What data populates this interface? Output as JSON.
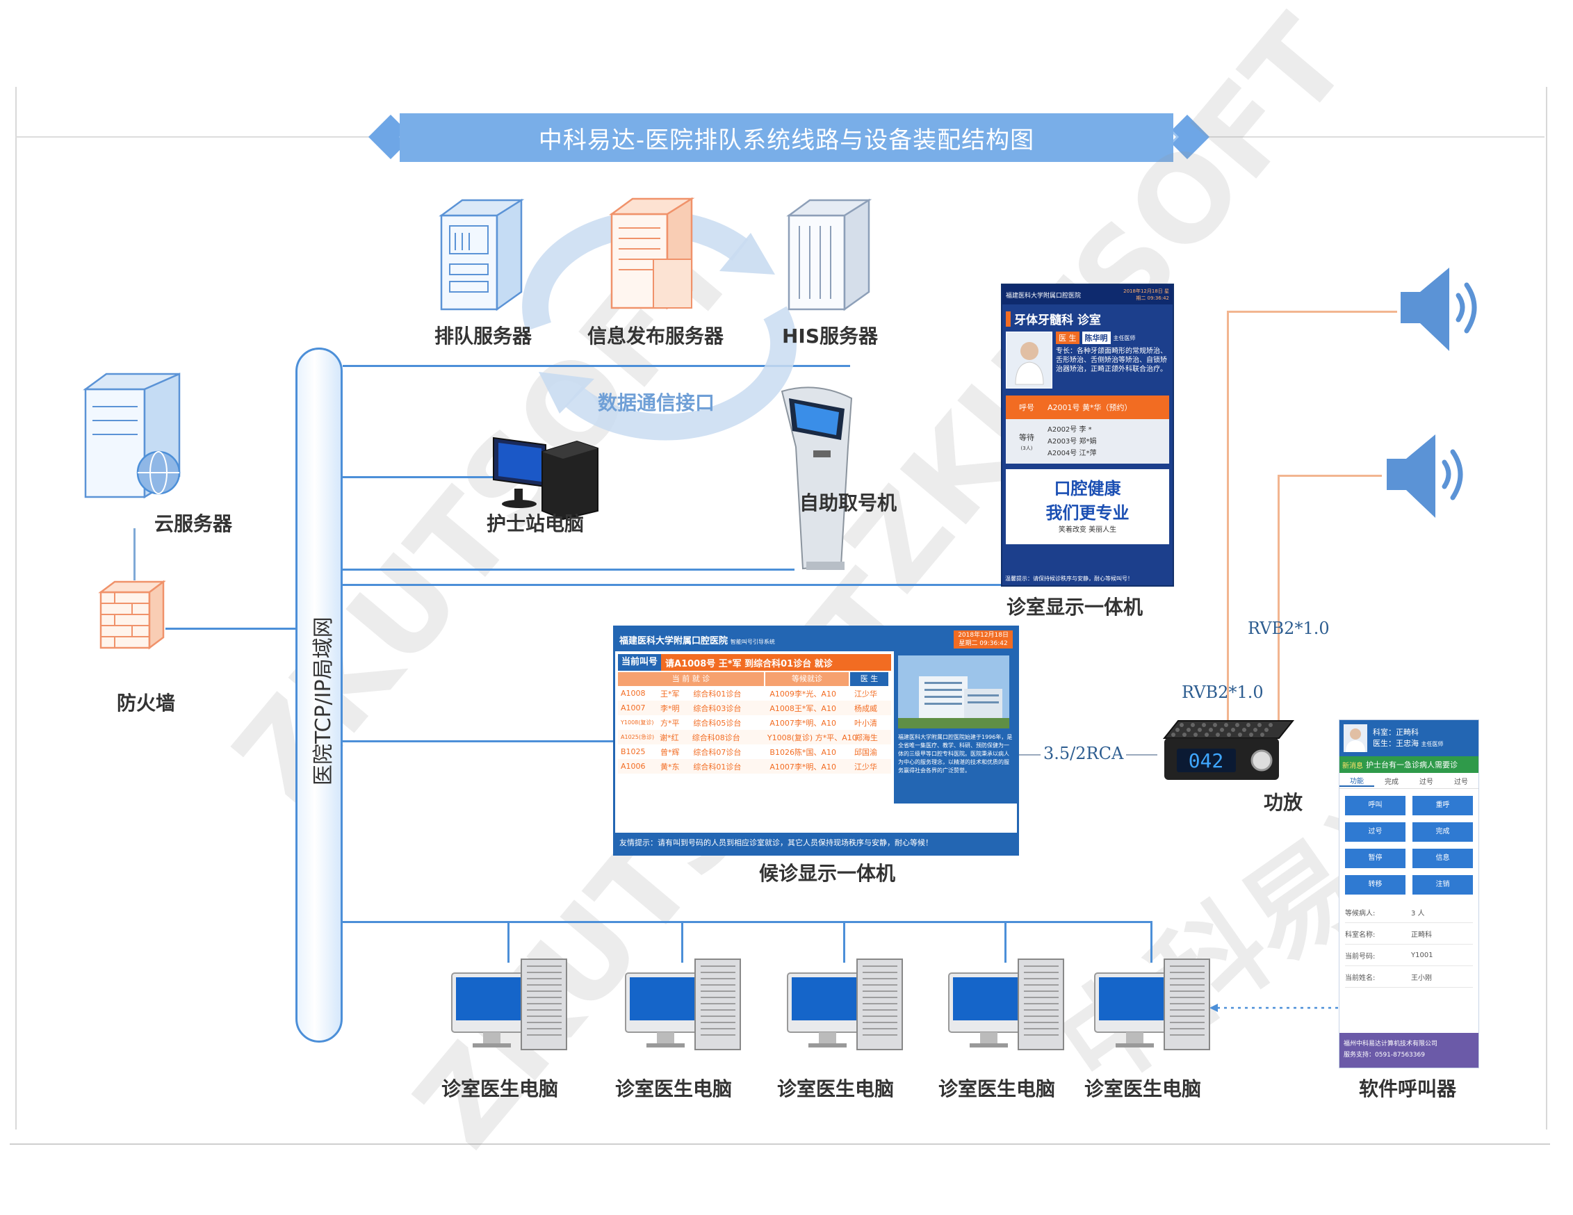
{
  "title": "中科易达-医院排队系统线路与设备装配结构图",
  "network": {
    "bus_label": "医院TCP/IP局域网"
  },
  "labels": {
    "queue_server": "排队服务器",
    "info_server": "信息发布服务器",
    "his_server": "HIS服务器",
    "data_interface": "数据通信接口",
    "cloud_server": "云服务器",
    "firewall": "防火墙",
    "nurse_pc": "护士站电脑",
    "kiosk": "自助取号机",
    "room_display": "诊室显示一体机",
    "waiting_display": "候诊显示一体机",
    "amplifier": "功放",
    "software_caller": "软件呼叫器",
    "doctor_pc": "诊室医生电脑"
  },
  "cables": {
    "speaker_cable_1": "RVB2*1.0",
    "speaker_cable_2": "RVB2*1.0",
    "audio_cable": "3.5/2RCA"
  },
  "amplifier_display": "042",
  "watermarks": [
    "ZKUTSOFT",
    "ZKUTSOFT",
    "ZKUTSOFT",
    "中科易达"
  ],
  "room_screen": {
    "hospital": "福建医科大学附属口腔医院",
    "datetime": "2018年12月18日 星期二 09:36:42",
    "department": "牙体牙髓科 诊室",
    "doctor_tag": "医 生",
    "doctor_name": "陈华明",
    "doctor_title": "主任医师",
    "specialty": "专长：各种牙颌面畸形的常规矫治、舌形矫治、舌侧矫治等矫治、自锁矫治器矫治，正畸正颌外科联合治疗。",
    "call_label": "呼号",
    "call_value": "A2001号 黄*华（预约）",
    "wait_label": "等待",
    "wait_sub": "(3人)",
    "waiting": [
      "A2002号 李 *",
      "A2003号 郑*娟",
      "A2004号 江*萍"
    ],
    "slogan_1": "口腔健康",
    "slogan_2": "我们更专业",
    "slogan_3": "笑着改变 美丽人生",
    "footer": "温馨提示：请保持候诊秩序与安静，耐心等候叫号！"
  },
  "waiting_screen": {
    "hospital": "福建医科大学附属口腔医院",
    "subtitle": "智能叫号引导系统",
    "date": "2018年12月18日",
    "time": "星期二 09:36:42",
    "current_label": "当前叫号",
    "current_value": "请A1008号 王*军 到综合科01诊台 就诊",
    "headers": [
      "当 前 就 诊",
      "等候就诊",
      "医 生"
    ],
    "rows": [
      {
        "no": "A1008",
        "name": "王*军",
        "room": "综合科01诊台",
        "next": "A1009李*光、A10",
        "doc": "江少华"
      },
      {
        "no": "A1007",
        "name": "李*明",
        "room": "综合科03诊台",
        "next": "A1008王*军、A10",
        "doc": "杨成威"
      },
      {
        "no": "Y1008(复诊)",
        "name": "方*平",
        "room": "综合科05诊台",
        "next": "A1007李*明、A10",
        "doc": "叶小清"
      },
      {
        "no": "A1025(急诊)",
        "name": "谢*红",
        "room": "综合科08诊台",
        "next": "Y1008(复诊) 方*平、A10",
        "doc": "郑海生"
      },
      {
        "no": "B1025",
        "name": "曾*辉",
        "room": "综合科07诊台",
        "next": "B1026陈*国、A10",
        "doc": "邱国渝"
      },
      {
        "no": "A1006",
        "name": "黄*东",
        "room": "综合科01诊台",
        "next": "A1007李*明、A10",
        "doc": "江少华"
      }
    ],
    "intro": "福建医科大学附属口腔医院始建于1996年，是全省唯一集医疗、教学、科研、预防保健为一体的三级甲等口腔专科医院。医院秉承以病人为中心的服务理念，以精湛的技术和优质的服务赢得社会各界的广泛赞誉。",
    "notice": "友情提示：请有叫到号码的人员到相应诊室就诊，其它人员保持现场秩序与安静，耐心等候！"
  },
  "caller_app": {
    "dept": "科室：正畸科",
    "doctor": "医生：王忠海",
    "doctor_title": "主任医师",
    "marquee_tag": "新消息",
    "marquee": "护士台有一急诊病人需要诊",
    "tabs": [
      "功能",
      "完成",
      "过号",
      "过号"
    ],
    "buttons": [
      "呼叫",
      "重呼",
      "过号",
      "完成",
      "暂停",
      "信息",
      "转移",
      "注销"
    ],
    "info": [
      {
        "k": "等候病人:",
        "v": "3 人"
      },
      {
        "k": "科室名称:",
        "v": "正畸科"
      },
      {
        "k": "当前号码:",
        "v": "Y1001"
      },
      {
        "k": "当前姓名:",
        "v": "王小刚"
      }
    ],
    "footer_1": "福州中科易达计算机技术有限公司",
    "footer_2": "服务支持：0591-87563369"
  },
  "colors": {
    "accent_blue": "#4c8fd8",
    "banner": "#79aee8",
    "orange": "#f26c22",
    "speaker_blue": "#5b93d6",
    "cable_orange": "#f2b590"
  }
}
